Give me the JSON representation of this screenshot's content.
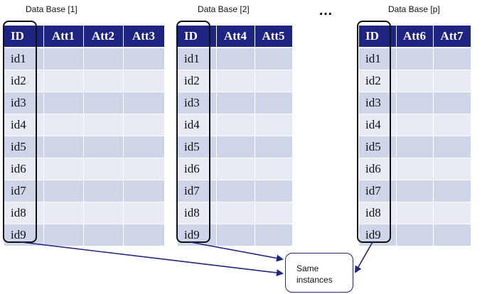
{
  "databases": [
    {
      "title": "Data Base [1]",
      "columns": [
        "ID",
        "Att1",
        "Att2",
        "Att3"
      ]
    },
    {
      "title": "Data Base [2]",
      "columns": [
        "ID",
        "Att4",
        "Att5"
      ]
    },
    {
      "title": "Data Base [p]",
      "columns": [
        "ID",
        "Att6",
        "Att7"
      ]
    }
  ],
  "ids": [
    "id1",
    "id2",
    "id3",
    "id4",
    "id5",
    "id6",
    "id7",
    "id8",
    "id9"
  ],
  "ellipsis": "…",
  "result_label": "Same instances",
  "colors": {
    "header": "#1f2483",
    "row_odd": "#cfd5e8",
    "row_even": "#e8ebf3",
    "arrow": "#1f2483"
  }
}
